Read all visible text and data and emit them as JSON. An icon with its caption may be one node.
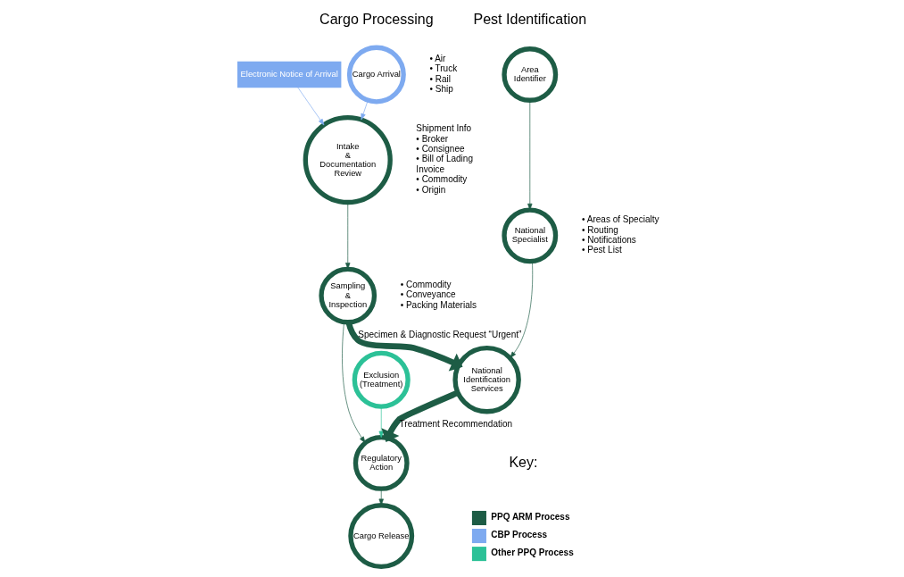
{
  "diagram": {
    "nodes": [
      {
        "text": [
          "Cargo Arrival"
        ],
        "beside": [
          "• Air",
          "• Truck",
          "• Rail",
          "• Ship"
        ]
      },
      {
        "text": [
          "Electronic Notice of Arrival"
        ]
      },
      {
        "text": [
          "Intake & Documentation Review"
        ],
        "beside": [
          "Shipment Info",
          "• Broker",
          "• Consignee",
          "• Bill of Lading",
          "Invoice",
          "• Commodity",
          "• Origin"
        ]
      },
      {
        "text": [
          "Sampling & Inspection"
        ],
        "beside": [
          "• Commodity",
          "• Conveyance",
          "• Packing Materials"
        ]
      },
      {
        "text": [
          "Exclusion (Treatment)"
        ]
      },
      {
        "text": [
          "Regulatory Action"
        ]
      },
      {
        "text": [
          "Cargo Release"
        ]
      },
      {
        "text": [
          "Area Identifier"
        ]
      },
      {
        "text": [
          "National Specialist"
        ],
        "beside": [
          "• Areas of Specialty",
          "• Routing",
          "• Notifications",
          "• Pest List"
        ]
      },
      {
        "text": [
          "National Identification Services"
        ]
      }
    ],
    "edges": [
      {
        "from": 0,
        "to": 2,
        "arrow": "to",
        "color": "#7eaaf0"
      },
      {
        "from": 1,
        "to": 2,
        "arrow": "to",
        "color": "#7eaaf0"
      },
      {
        "from": 2,
        "to": 3,
        "arrow": "to"
      },
      {
        "from": 3,
        "to": 5,
        "arrow": "to"
      },
      {
        "from": 4,
        "to": 5,
        "arrow": "to",
        "color": "#2cc197"
      },
      {
        "from": 5,
        "to": 6,
        "arrow": "to"
      },
      {
        "from": 7,
        "to": 8,
        "arrow": "to"
      },
      {
        "from": 8,
        "to": 9,
        "arrow": "to"
      },
      {
        "from": 3,
        "to": 9,
        "arrow": "to",
        "label": "Specimen & Diagnostic Request “Urgent”",
        "style": "thick"
      },
      {
        "from": 9,
        "to": 5,
        "arrow": "to",
        "label": "Treatment Recommendation",
        "style": "thick"
      }
    ],
    "labels": [
      "Cargo Processing",
      "Pest Identification",
      "Key:"
    ],
    "legend": [
      {
        "text": "PPQ ARM Process",
        "color": "#1d5c45"
      },
      {
        "text": "CBP Process",
        "color": "#7eaaf0"
      },
      {
        "text": "Other PPQ Process",
        "color": "#2cc197"
      }
    ]
  }
}
